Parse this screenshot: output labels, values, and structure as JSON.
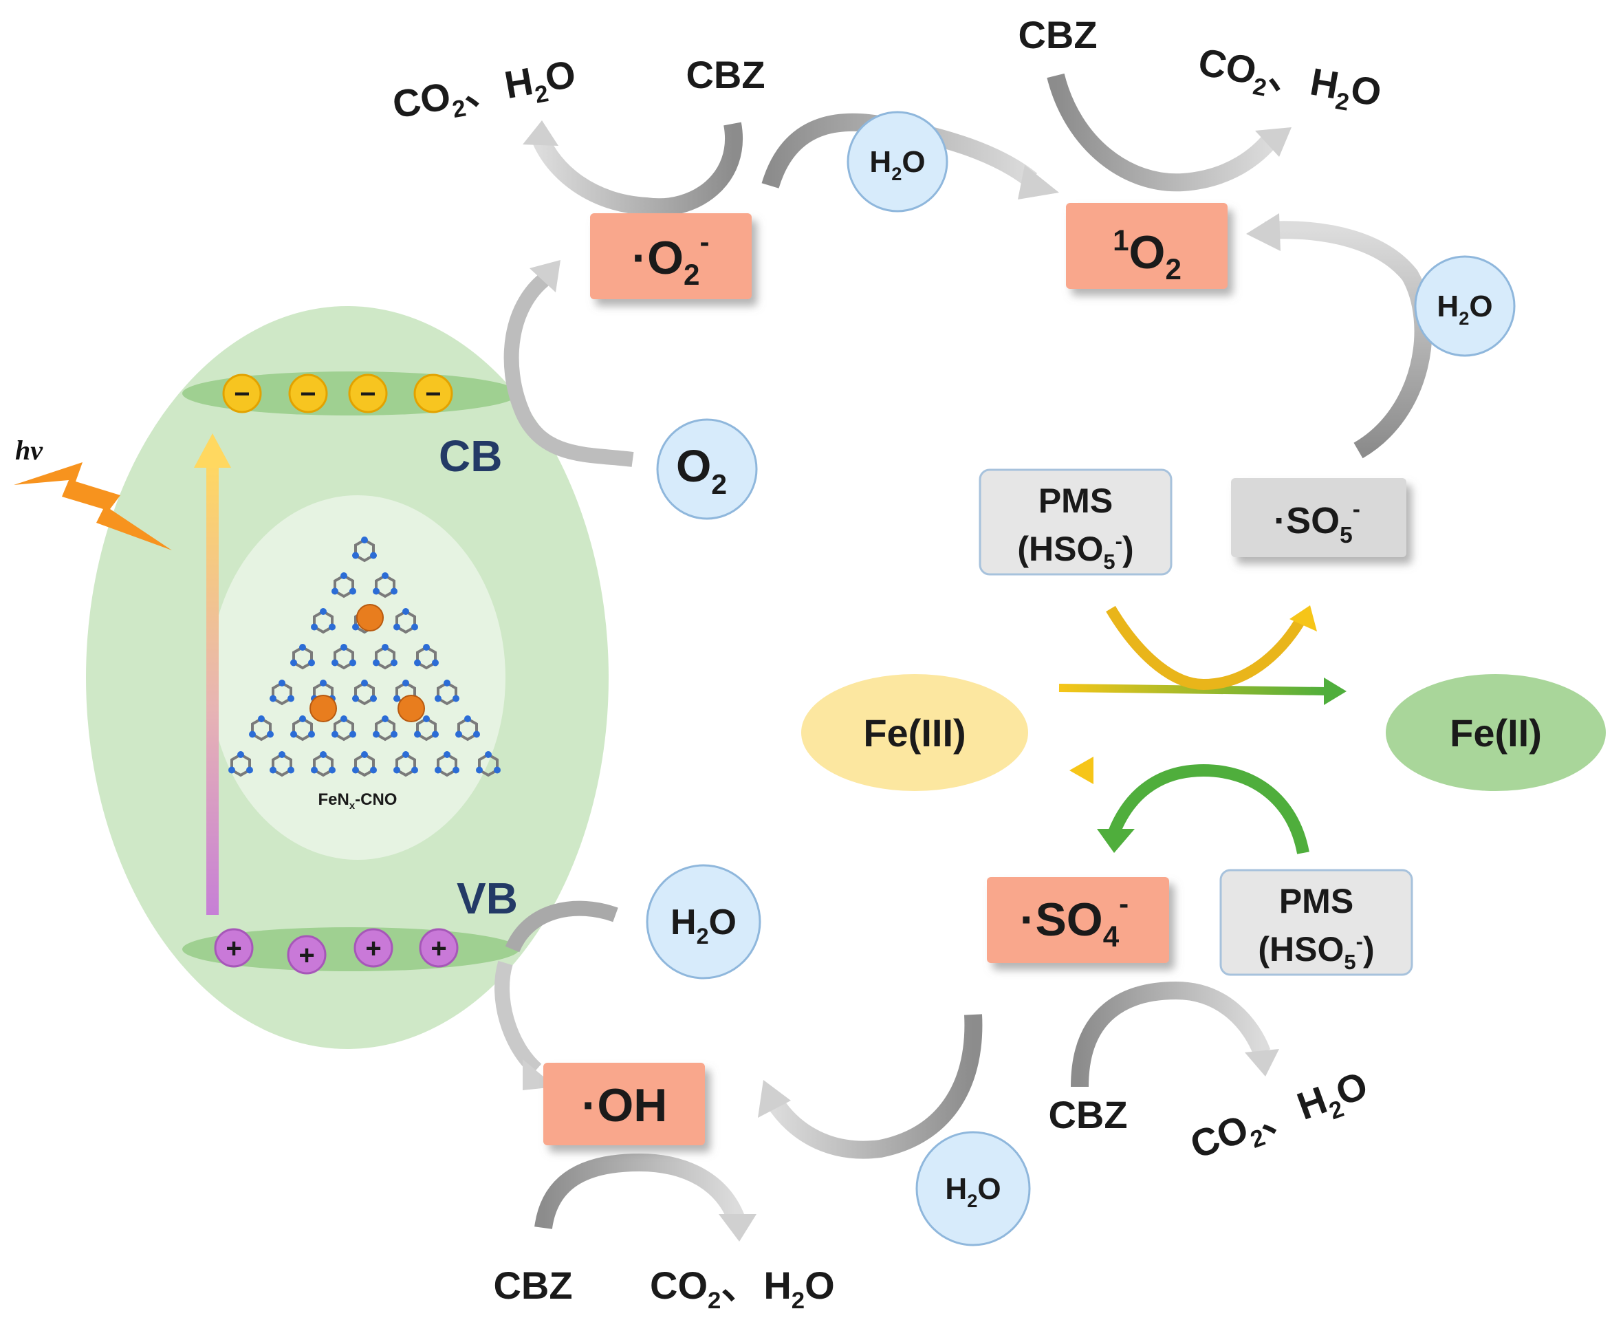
{
  "light": {
    "label": "hv"
  },
  "catalyst": {
    "label_main": "FeN",
    "label_sub": "x",
    "label_rest": "-CNO"
  },
  "bands": {
    "cb": "CB",
    "vb": "VB"
  },
  "charges": {
    "electron": "−",
    "hole": "+"
  },
  "reactive_species": {
    "superoxide": {
      "pre": "·O",
      "sub": "2",
      "sup": "-"
    },
    "singlet_oxygen": {
      "sup": "1",
      "main": "O",
      "sub": "2"
    },
    "hydroxyl": {
      "text": "·OH"
    },
    "sulfate_radical": {
      "pre": "·SO",
      "sub": "4",
      "sup": "-"
    },
    "sulfopentoxy_radical": {
      "pre": "·SO",
      "sub": "5",
      "sup": "-"
    }
  },
  "molecules": {
    "o2": {
      "main": "O",
      "sub": "2"
    },
    "h2o": {
      "main": "H",
      "sub": "2",
      "rest": "O"
    }
  },
  "pms": {
    "line1": "PMS",
    "line2_open": "(HSO",
    "line2_sub": "5",
    "line2_sup": "-",
    "line2_close": ")"
  },
  "iron": {
    "fe3": "Fe(III)",
    "fe2": "Fe(II)"
  },
  "pollutant": "CBZ",
  "products": {
    "co2": "CO",
    "sub": "2",
    "sep": "、",
    "h": "H",
    "h_sub": "2",
    "o": "O"
  },
  "colors": {
    "outer_ellipse": "#cfe8c7",
    "inner_ellipse": "#e6f3e2",
    "band": "#9fd091",
    "electron": "#f7c520",
    "hole": "#c979d8",
    "species_box": "#f9a78c",
    "gray_box": "#d9d9d9",
    "pms_box": "#e6e6e6",
    "circle": "#d7ebfb",
    "fe3": "#fce7a0",
    "fe2": "#a9d69a",
    "arrow_gray": "#b3b3b3",
    "arrow_yellow": "#f5c518",
    "arrow_green": "#4fae3c",
    "lightning": "#f7931e",
    "fe_atom": "#e87d1e",
    "n_atom": "#2b6cd6",
    "c_atom": "#7a7a7a"
  }
}
